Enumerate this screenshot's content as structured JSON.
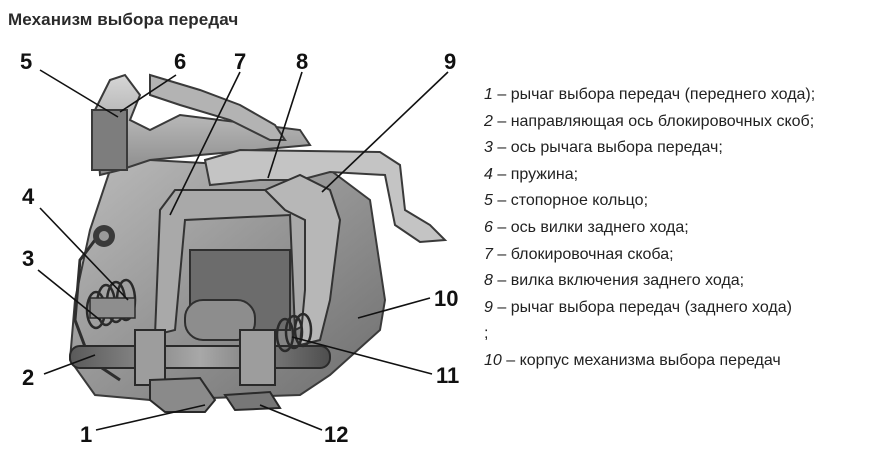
{
  "title": "Механизм выбора передач",
  "callouts": [
    "5",
    "6",
    "7",
    "8",
    "9",
    "4",
    "3",
    "2",
    "1",
    "10",
    "11",
    "12"
  ],
  "legend": [
    {
      "num": "1",
      "text": " – рычаг выбора передач (переднего хода);"
    },
    {
      "num": "2",
      "text": " – направляющая ось блокировочных скоб;"
    },
    {
      "num": "3",
      "text": " – ось рычага выбора передач;"
    },
    {
      "num": "4",
      "text": " – пружина;"
    },
    {
      "num": "5",
      "text": " – стопорное кольцо;"
    },
    {
      "num": "6",
      "text": " – ось вилки заднего хода;"
    },
    {
      "num": "7",
      "text": " – блокировочная скоба;"
    },
    {
      "num": "8",
      "text": " – вилка включения заднего хода;"
    },
    {
      "num": "9",
      "text": " – рычаг выбора передач (заднего хода)"
    },
    {
      "num": "",
      "text": ";"
    },
    {
      "num": "10",
      "text": " – корпус механизма выбора передач"
    }
  ]
}
